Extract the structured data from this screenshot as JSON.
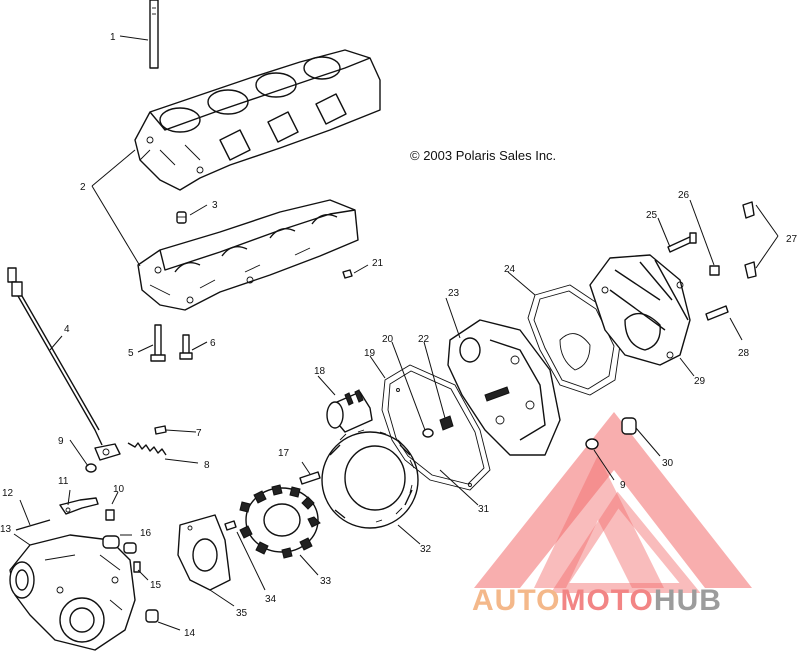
{
  "copyright": "© 2003 Polaris Sales Inc.",
  "watermark": {
    "text_part1": "AUTO",
    "text_part2": "MOTO",
    "text_part3": "HUB",
    "color_part1": "#f4b88a",
    "color_part2": "#f28585",
    "color_part3": "#9c9c9c",
    "triangle_color": "#f26b6b"
  },
  "callouts": [
    {
      "id": "1",
      "text": "1"
    },
    {
      "id": "2",
      "text": "2"
    },
    {
      "id": "3",
      "text": "3"
    },
    {
      "id": "4",
      "text": "4"
    },
    {
      "id": "5",
      "text": "5"
    },
    {
      "id": "6",
      "text": "6"
    },
    {
      "id": "7",
      "text": "7"
    },
    {
      "id": "8",
      "text": "8"
    },
    {
      "id": "9a",
      "text": "9"
    },
    {
      "id": "9b",
      "text": "9"
    },
    {
      "id": "10",
      "text": "10"
    },
    {
      "id": "11",
      "text": "11"
    },
    {
      "id": "12",
      "text": "12"
    },
    {
      "id": "13",
      "text": "13"
    },
    {
      "id": "14",
      "text": "14"
    },
    {
      "id": "15",
      "text": "15"
    },
    {
      "id": "16",
      "text": "16"
    },
    {
      "id": "17",
      "text": "17"
    },
    {
      "id": "18",
      "text": "18"
    },
    {
      "id": "19",
      "text": "19"
    },
    {
      "id": "20",
      "text": "20"
    },
    {
      "id": "21",
      "text": "21"
    },
    {
      "id": "22",
      "text": "22"
    },
    {
      "id": "23",
      "text": "23"
    },
    {
      "id": "24",
      "text": "24"
    },
    {
      "id": "25",
      "text": "25"
    },
    {
      "id": "26",
      "text": "26"
    },
    {
      "id": "27",
      "text": "27"
    },
    {
      "id": "28",
      "text": "28"
    },
    {
      "id": "29",
      "text": "29"
    },
    {
      "id": "30",
      "text": "30"
    },
    {
      "id": "31",
      "text": "31"
    },
    {
      "id": "32",
      "text": "32"
    },
    {
      "id": "33",
      "text": "33"
    },
    {
      "id": "34",
      "text": "34"
    },
    {
      "id": "35",
      "text": "35"
    }
  ]
}
